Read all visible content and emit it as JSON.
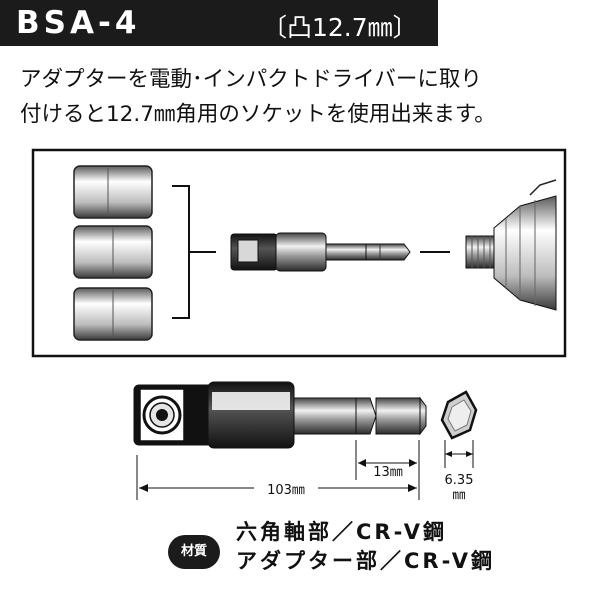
{
  "header": {
    "model": "BSA-4",
    "spec": "〔凸12.7㎜〕"
  },
  "description": {
    "line1": "アダプターを電動･インパクトドライバーに取り",
    "line2": "付けると12.7㎜角用のソケットを使用出来ます。"
  },
  "dimensions": {
    "total_length": "103㎜",
    "hex_length": "13㎜",
    "hex_width_value": "6.35",
    "hex_width_unit": "㎜"
  },
  "materials": {
    "badge": "材質",
    "line1": "六角軸部／CR-V鋼",
    "line2": "アダプター部／CR-V鋼"
  },
  "colors": {
    "dark": "#1b1b1b",
    "white": "#ffffff"
  }
}
